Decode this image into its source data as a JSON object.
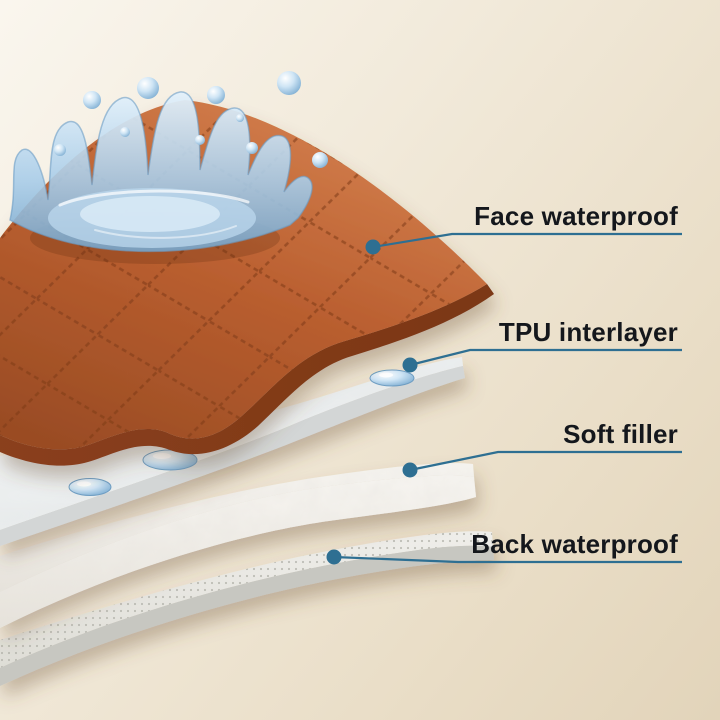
{
  "diagram": {
    "name": "waterproof-pad-layer-structure",
    "labels": [
      {
        "text": "Face waterproof"
      },
      {
        "text": "TPU interlayer"
      },
      {
        "text": "Soft filler"
      },
      {
        "text": "Back waterproof"
      }
    ],
    "layers": [
      {
        "name": "face-waterproof",
        "color": "#b85c30"
      },
      {
        "name": "tpu-interlayer",
        "color": "#eef1f1"
      },
      {
        "name": "soft-filler",
        "color": "#f5f3ee"
      },
      {
        "name": "back-waterproof",
        "color": "#e9e8e3"
      }
    ],
    "colors": {
      "background_light": "#faf6ee",
      "background_dark": "#e2d4ba",
      "callout": "#2e6f92",
      "label_text": "#14171c",
      "water": "#9cc4e4"
    }
  }
}
